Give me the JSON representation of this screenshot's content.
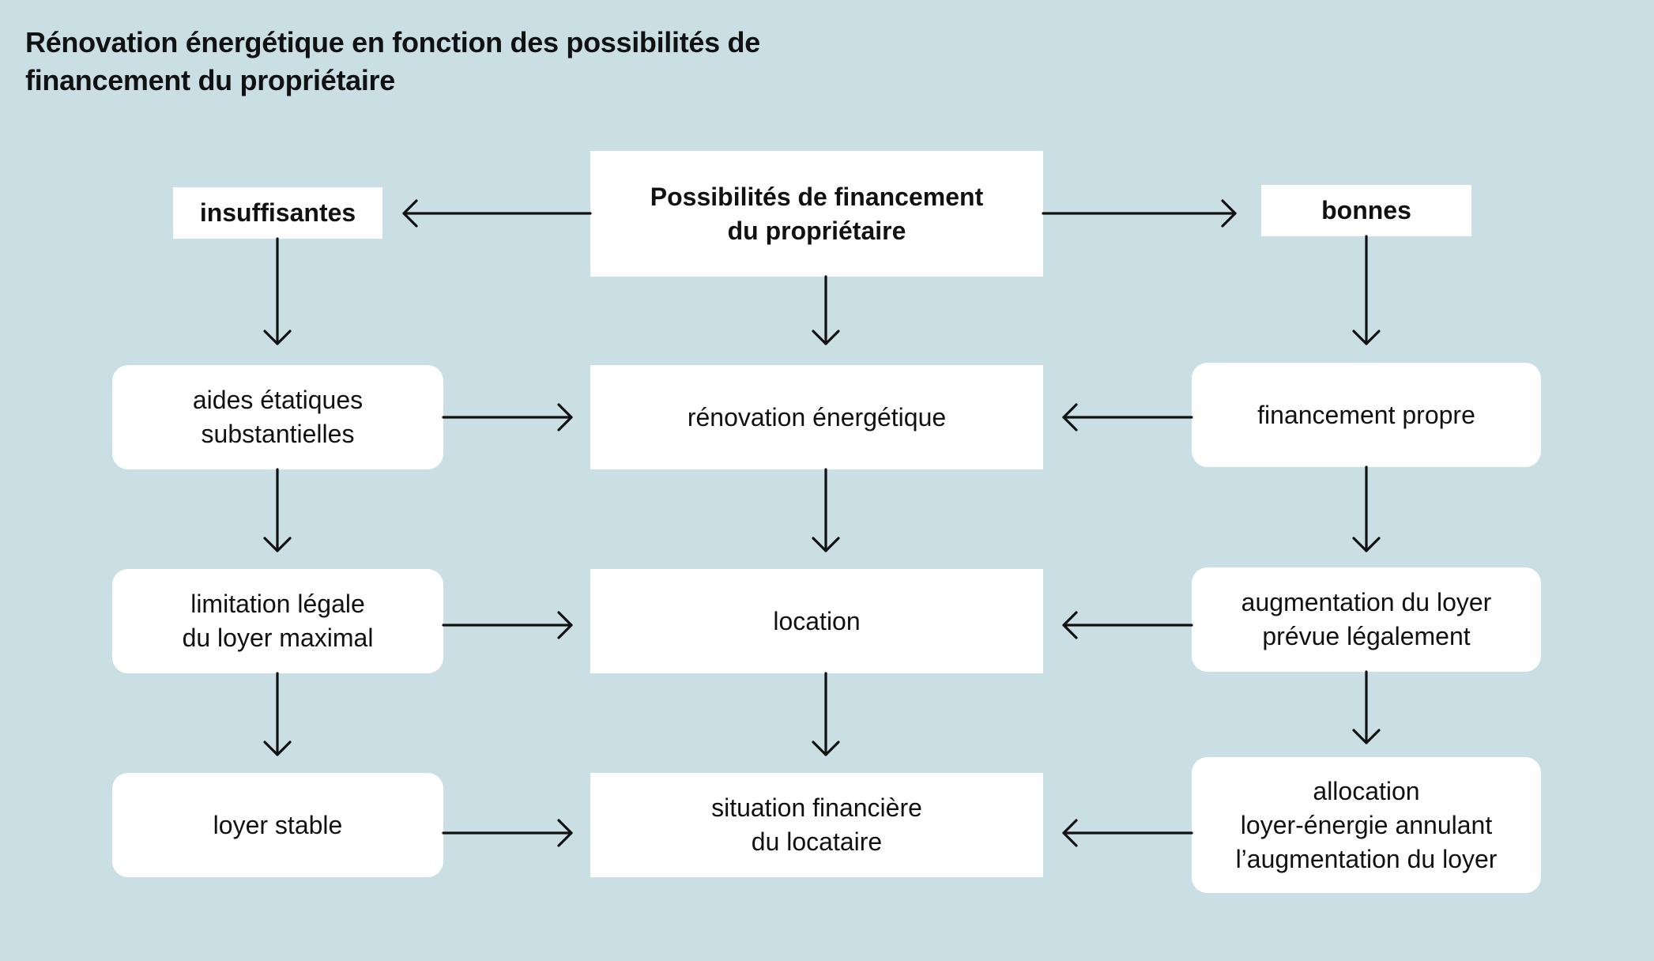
{
  "title": {
    "line1": "Rénovation énergétique en fonction des possibilités de",
    "line2": "financement du propriétaire"
  },
  "nodes": {
    "center_top": {
      "line1": "Possibilités de financement",
      "line2": "du propriétaire"
    },
    "left_top": {
      "line1": "insuffisantes"
    },
    "right_top": {
      "line1": "bonnes"
    },
    "left_1": {
      "line1": "aides étatiques",
      "line2": "substantielles"
    },
    "center_1": {
      "line1": "rénovation énergétique"
    },
    "right_1": {
      "line1": "financement propre"
    },
    "left_2": {
      "line1": "limitation légale",
      "line2": "du loyer maximal"
    },
    "center_2": {
      "line1": "location"
    },
    "right_2": {
      "line1": "augmentation du loyer",
      "line2": "prévue légalement"
    },
    "left_3": {
      "line1": "loyer stable"
    },
    "center_3": {
      "line1": "situation financière",
      "line2": "du locataire"
    },
    "right_3": {
      "line1": "allocation",
      "line2": "loyer-énergie annulant",
      "line3": "l’augmentation du loyer"
    }
  },
  "colors": {
    "background": "#c9dfe4",
    "box": "#ffffff",
    "text": "#111111",
    "arrow": "#111111"
  }
}
